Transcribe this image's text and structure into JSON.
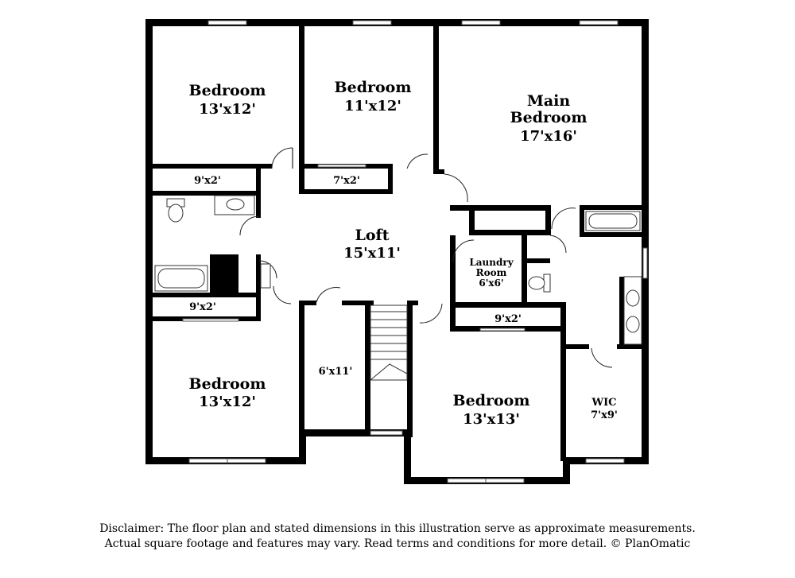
{
  "rooms": {
    "bedroom_nw": {
      "name": "Bedroom",
      "dim": "13'x12'"
    },
    "bedroom_n": {
      "name": "Bedroom",
      "dim": "11'x12'"
    },
    "main_bedroom": {
      "name_line1": "Main",
      "name_line2": "Bedroom",
      "dim": "17'x16'"
    },
    "closet_nw": {
      "dim": "9'x2'"
    },
    "closet_n": {
      "dim": "7'x2'"
    },
    "loft": {
      "name": "Loft",
      "dim": "15'x11'"
    },
    "laundry": {
      "name_line1": "Laundry",
      "name_line2": "Room",
      "dim": "6'x6'"
    },
    "closet_w": {
      "dim": "9'x2'"
    },
    "closet_e": {
      "dim": "9'x2'"
    },
    "storage": {
      "dim": "6'x11'"
    },
    "bedroom_sw": {
      "name": "Bedroom",
      "dim": "13'x12'"
    },
    "bedroom_s": {
      "name": "Bedroom",
      "dim": "13'x13'"
    },
    "wic": {
      "name": "WIC",
      "dim": "7'x9'"
    }
  },
  "disclaimer": {
    "line1": "Disclaimer: The floor plan and stated dimensions in this illustration serve as approximate measurements.",
    "line2": "Actual square footage and features may vary. Read terms and conditions for more detail. © PlanOmatic"
  },
  "colors": {
    "wall": "#000000",
    "background": "#ffffff"
  }
}
